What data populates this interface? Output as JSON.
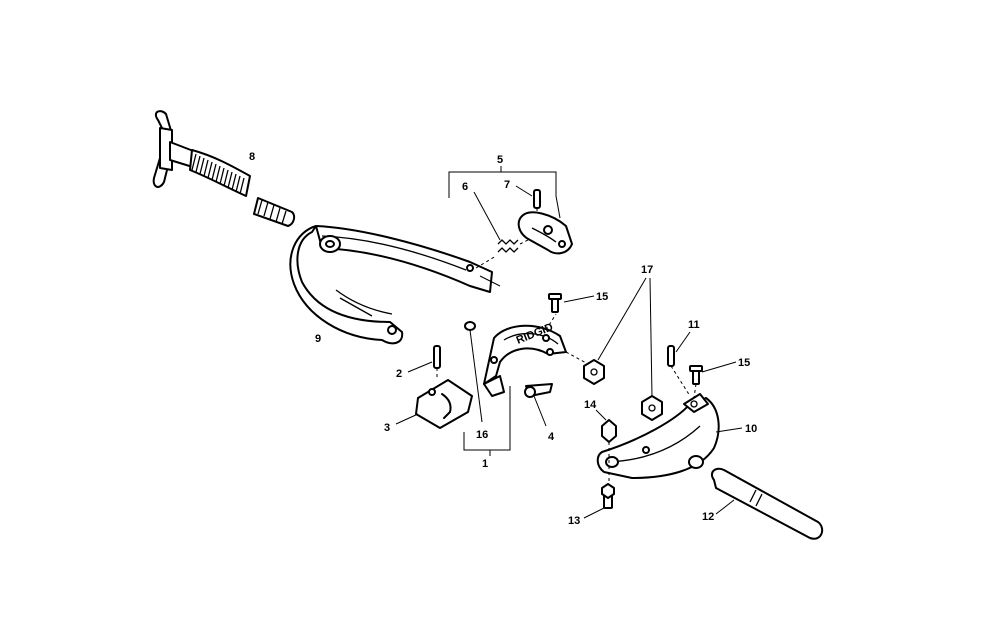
{
  "callouts": {
    "c1": "1",
    "c2": "2",
    "c3": "3",
    "c4": "4",
    "c5": "5",
    "c6": "6",
    "c7": "7",
    "c8": "8",
    "c9": "9",
    "c10": "10",
    "c11": "11",
    "c12": "12",
    "c13": "13",
    "c14": "14",
    "c15a": "15",
    "c15b": "15",
    "c16": "16",
    "c17": "17"
  },
  "logo": "RIDGID"
}
